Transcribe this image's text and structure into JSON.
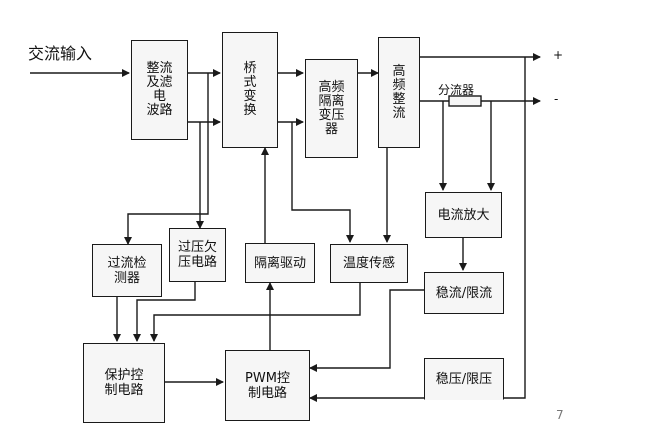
{
  "input_label": "交流输入",
  "output_plus": "+",
  "output_minus": "-",
  "shunt_label": "分流器",
  "corner_mark": "7",
  "blocks": {
    "rectifier_filter": "整流\n及滤\n电\n波路",
    "bridge_converter": "桥\n式\n变\n换",
    "hf_transformer": "高频\n隔离\n变压\n器",
    "hf_rectifier": "高\n频\n整\n流",
    "overcurrent_detector": "过流检\n测器",
    "over_under_voltage": "过压欠\n压电路",
    "isolation_driver": "隔离驱动",
    "temperature_sensor": "温度传感",
    "current_amplifier": "电流放大",
    "current_limit": "稳流/限流",
    "protection_control": "保护控\n制电路",
    "pwm_control": "PWM控\n制电路",
    "voltage_limit": "稳压/限压"
  }
}
